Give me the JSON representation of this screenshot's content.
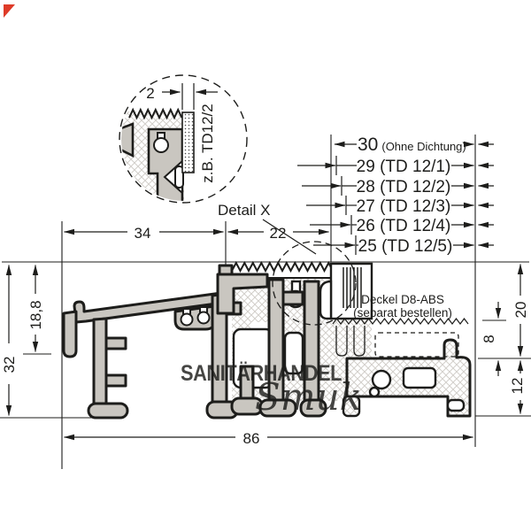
{
  "colors": {
    "line": "#1d1d1b",
    "aluminum": "#c9c6c0",
    "hatch_line": "#d2cfca",
    "watermark": "#3fa9dc",
    "corner_marker": "#de3b28"
  },
  "detail_inset": {
    "dimension": "2",
    "gasket_label": "z.B. TD12/2",
    "caption": "Detail X"
  },
  "stack": {
    "top": {
      "value": "30",
      "note": "(Ohne Dichtung)"
    },
    "rows": [
      "29 (TD 12/1)",
      "28 (TD 12/2)",
      "27 (TD 12/3)",
      "26 (TD 12/4)",
      "25 (TD 12/5)"
    ]
  },
  "dimensions": {
    "width_left": "34",
    "width_mid": "22",
    "width_total": "86",
    "height_left": "32",
    "height_inner": "18,8",
    "right_top": "20",
    "right_mid": "8",
    "right_bottom": "12"
  },
  "cover_note": {
    "line1": "Deckel D8-ABS",
    "line2": "(separat bestellen)"
  },
  "watermark": {
    "line1": "SANITÄRHANDEL",
    "line2": "Smuk"
  }
}
